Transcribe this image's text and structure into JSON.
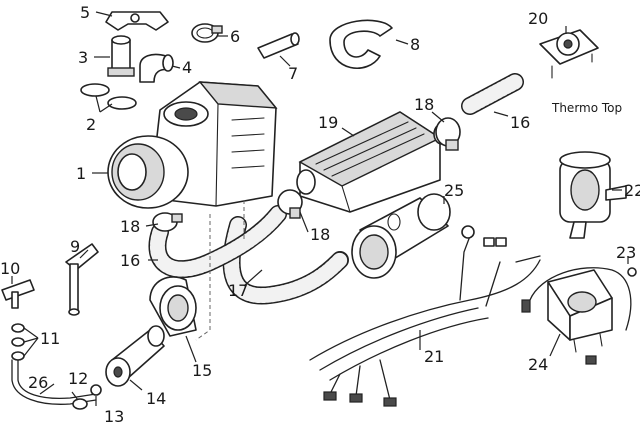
{
  "diagram": {
    "caption": "Thermo Top",
    "part_numbers": {
      "p1": "1",
      "p2": "2",
      "p3": "3",
      "p4": "4",
      "p5": "5",
      "p6": "6",
      "p7": "7",
      "p8": "8",
      "p9": "9",
      "p10": "10",
      "p11": "11",
      "p12": "12",
      "p13": "13",
      "p14": "14",
      "p15": "15",
      "p16a": "16",
      "p16b": "16",
      "p17": "17",
      "p18a": "18",
      "p18b": "18",
      "p18c": "18",
      "p19": "19",
      "p20": "20",
      "p21": "21",
      "p22": "22",
      "p23": "23",
      "p24": "24",
      "p25": "25",
      "p26": "26"
    }
  }
}
